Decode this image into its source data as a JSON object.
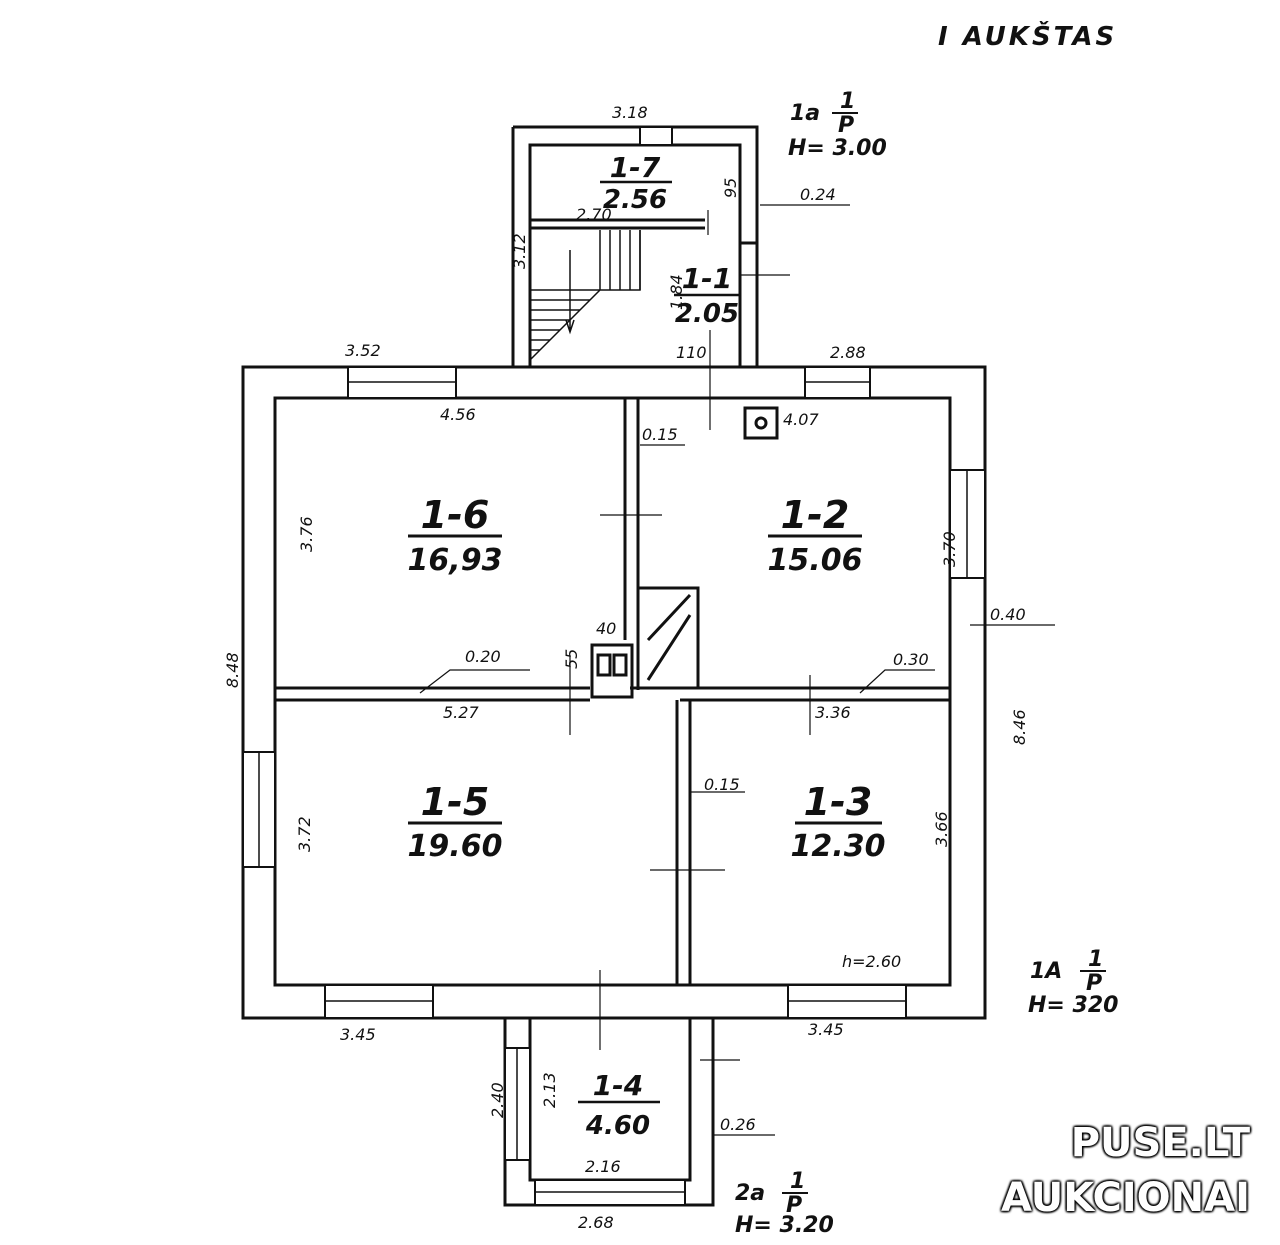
{
  "title": "I AUKŠTAS",
  "rooms": {
    "r17": {
      "id": "1-7",
      "area": "2.56"
    },
    "r11": {
      "id": "1-1",
      "area": "2.05"
    },
    "r16": {
      "id": "1-6",
      "area": "16,93"
    },
    "r12": {
      "id": "1-2",
      "area": "15.06"
    },
    "r15": {
      "id": "1-5",
      "area": "19.60"
    },
    "r13": {
      "id": "1-3",
      "area": "12.30"
    },
    "r14": {
      "id": "1-4",
      "area": "4.60"
    }
  },
  "annotations": {
    "tower": {
      "code": "1a",
      "frac_top": "1",
      "frac_bottom": "P",
      "height": "H= 3.00"
    },
    "main": {
      "code": "1A",
      "frac_top": "1",
      "frac_bottom": "P",
      "height": "H= 320"
    },
    "porch": {
      "code": "2a",
      "frac_top": "1",
      "frac_bottom": "P",
      "height": "H= 3.20"
    },
    "room_height": "h=2.60"
  },
  "dimensions": {
    "d318": "3.18",
    "d024": "0.24",
    "d95": "95",
    "d270": "2.70",
    "d312": "3.12",
    "d184": "1.84",
    "d110": "110",
    "d352": "3.52",
    "d288": "2.88",
    "d456": "4.56",
    "d407": "4.07",
    "d015a": "0.15",
    "d376": "3.76",
    "d370": "3.70",
    "d040": "0.40",
    "d40": "40",
    "d55": "55",
    "d020": "0.20",
    "d848": "8.48",
    "d030": "0.30",
    "d527": "5.27",
    "d336": "3.36",
    "d846": "8.46",
    "d015b": "0.15",
    "d372": "3.72",
    "d366": "3.66",
    "d345a": "3.45",
    "d345b": "3.45",
    "d240": "2.40",
    "d213": "2.13",
    "d026": "0.26",
    "d216": "2.16",
    "d268": "2.68"
  },
  "watermark": {
    "line1": "PUSE.LT",
    "line2": "AUKCIONAI"
  }
}
